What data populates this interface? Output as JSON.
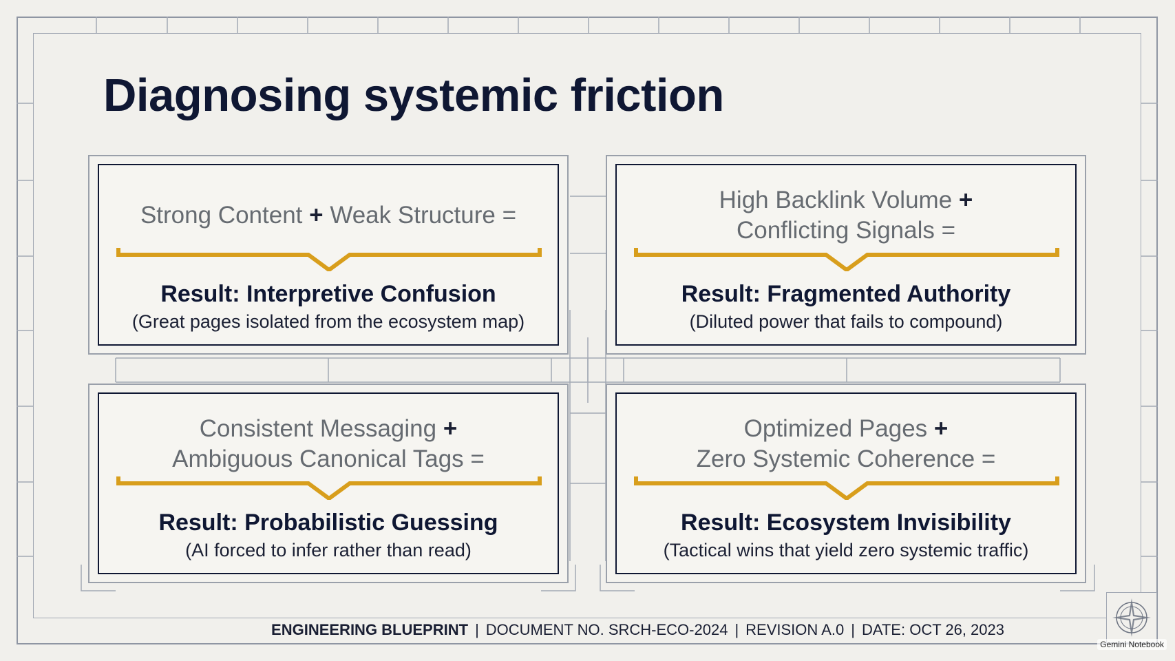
{
  "title": "Diagnosing systemic friction",
  "cards": [
    {
      "premise_line1_a": "Strong Content",
      "premise_line1_plus": "+",
      "premise_line1_b": "Weak Structure =",
      "premise_line2": "",
      "result": "Result: Interpretive Confusion",
      "detail": "(Great pages isolated from the ecosystem map)"
    },
    {
      "premise_line1_a": "High Backlink Volume",
      "premise_line1_plus": "+",
      "premise_line1_b": "",
      "premise_line2": "Conflicting Signals =",
      "result": "Result: Fragmented Authority",
      "detail": "(Diluted power that fails to compound)"
    },
    {
      "premise_line1_a": "Consistent Messaging",
      "premise_line1_plus": "+",
      "premise_line1_b": "",
      "premise_line2": "Ambiguous Canonical Tags =",
      "result": "Result: Probabilistic Guessing",
      "detail": "(AI forced to infer rather than read)"
    },
    {
      "premise_line1_a": "Optimized Pages",
      "premise_line1_plus": "+",
      "premise_line1_b": "",
      "premise_line2": "Zero Systemic Coherence =",
      "result": "Result: Ecosystem Invisibility",
      "detail": "(Tactical wins that yield zero systemic traffic)"
    }
  ],
  "footer": {
    "label": "ENGINEERING BLUEPRINT",
    "separator": "|",
    "document": "DOCUMENT NO. SRCH-ECO-2024",
    "revision": "REVISION A.0",
    "date": "DATE: OCT 26, 2023"
  },
  "brand": "Gemini Notebook",
  "colors": {
    "navy": "#0f1733",
    "gold": "#d89e1c",
    "frame": "#8f96a3",
    "background": "#f1f0ec"
  },
  "icons": [
    "compass-icon",
    "bracket-arrow-icon"
  ]
}
